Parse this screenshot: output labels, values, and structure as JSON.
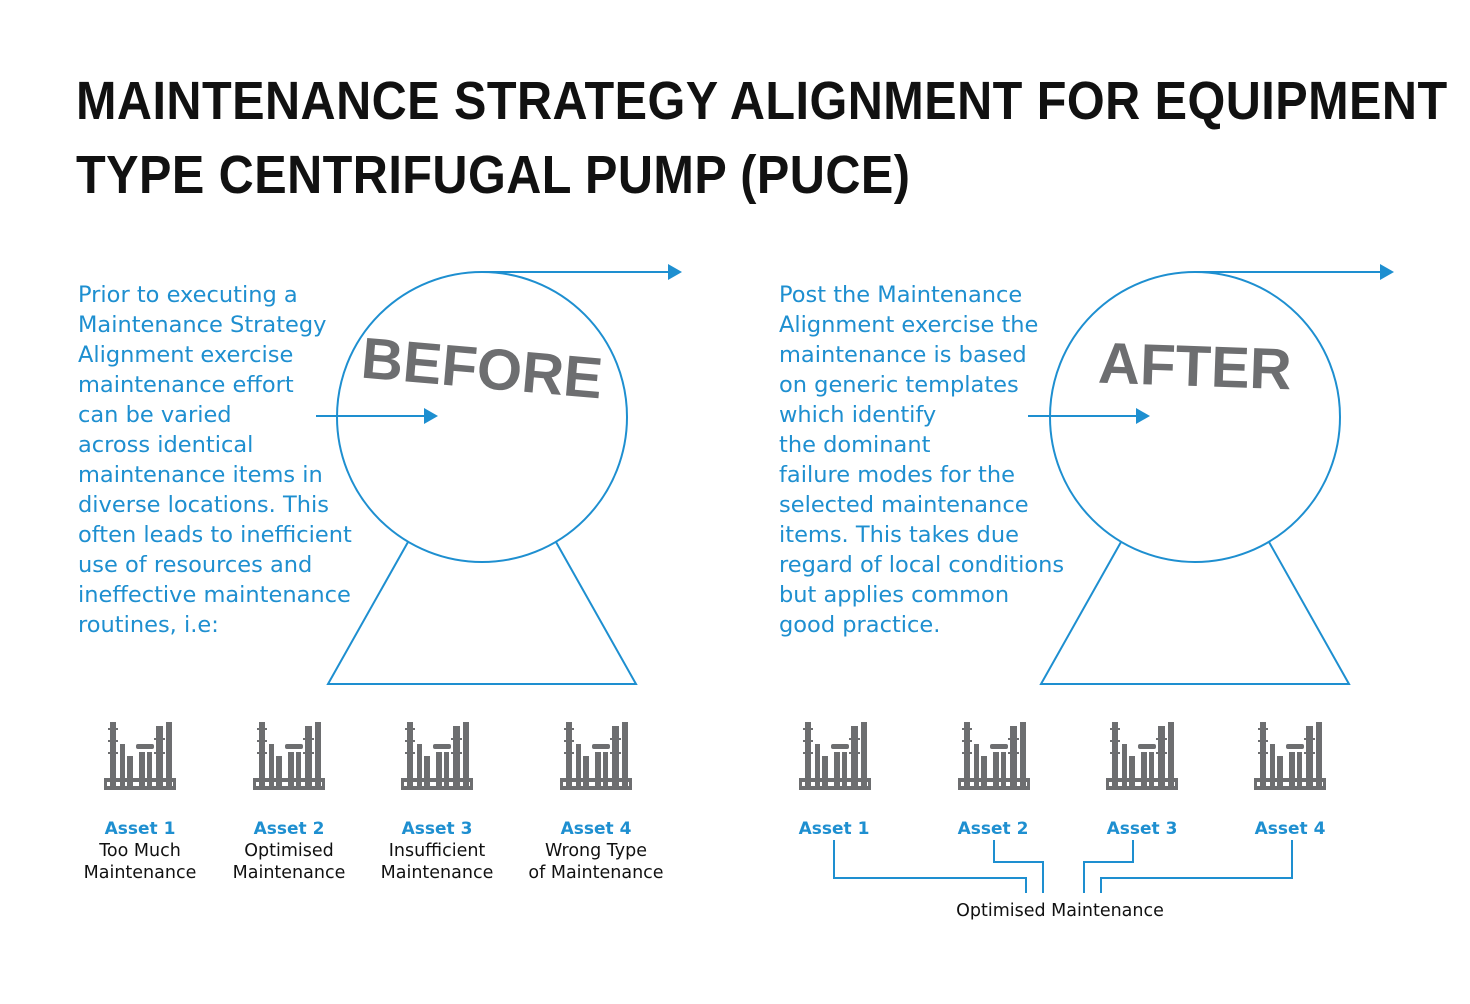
{
  "title": {
    "line1": "MAINTENANCE STRATEGY ALIGNMENT FOR EQUIPMENT",
    "line2": "TYPE CENTRIFUGAL PUMP (PUCE)"
  },
  "before": {
    "label": "BEFORE",
    "paragraph_lines": [
      "Prior to executing a",
      "Maintenance Strategy",
      "Alignment exercise",
      "maintenance effort",
      "can be varied",
      "across identical",
      "maintenance items in",
      "diverse locations. This",
      "often leads to inefficient",
      "use of resources and",
      "ineffective maintenance",
      "routines, i.e:"
    ],
    "assets": [
      {
        "name": "Asset 1",
        "status_line1": "Too Much",
        "status_line2": "Maintenance"
      },
      {
        "name": "Asset 2",
        "status_line1": "Optimised",
        "status_line2": "Maintenance"
      },
      {
        "name": "Asset 3",
        "status_line1": "Insufficient",
        "status_line2": "Maintenance"
      },
      {
        "name": "Asset 4",
        "status_line1": "Wrong Type",
        "status_line2": "of Maintenance"
      }
    ]
  },
  "after": {
    "label": "AFTER",
    "paragraph_lines": [
      "Post the Maintenance",
      "Alignment exercise the",
      "maintenance is based",
      "on generic templates",
      "which identify",
      "the dominant",
      "failure modes for the",
      "selected maintenance",
      "items. This takes due",
      "regard of local conditions",
      "but applies common",
      "good practice."
    ],
    "assets": [
      {
        "name": "Asset 1"
      },
      {
        "name": "Asset 2"
      },
      {
        "name": "Asset 3"
      },
      {
        "name": "Asset 4"
      }
    ],
    "result_label": "Optimised Maintenance"
  },
  "colors": {
    "accent": "#1e8fd0",
    "stamp_gray": "#6d6e70",
    "icon_gray": "#6d6e70",
    "title": "#111111"
  },
  "icons": {
    "asset": "industrial-plant-icon"
  }
}
